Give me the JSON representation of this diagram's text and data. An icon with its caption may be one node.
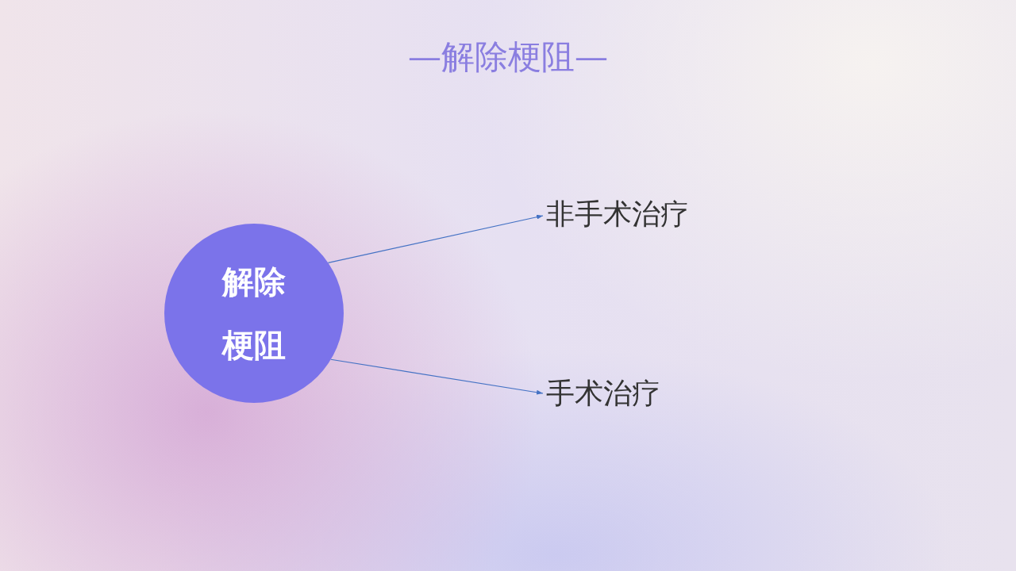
{
  "diagram": {
    "title": "—解除梗阻—",
    "nodes": [
      {
        "text": [
          "解除梗阻"
        ]
      },
      {
        "text": [
          "非手术治疗"
        ]
      },
      {
        "text": [
          "手术治疗"
        ]
      }
    ],
    "edges": [
      {
        "from": 0,
        "to": 1,
        "arrow": "to"
      },
      {
        "from": 0,
        "to": 2,
        "arrow": "to"
      }
    ]
  }
}
